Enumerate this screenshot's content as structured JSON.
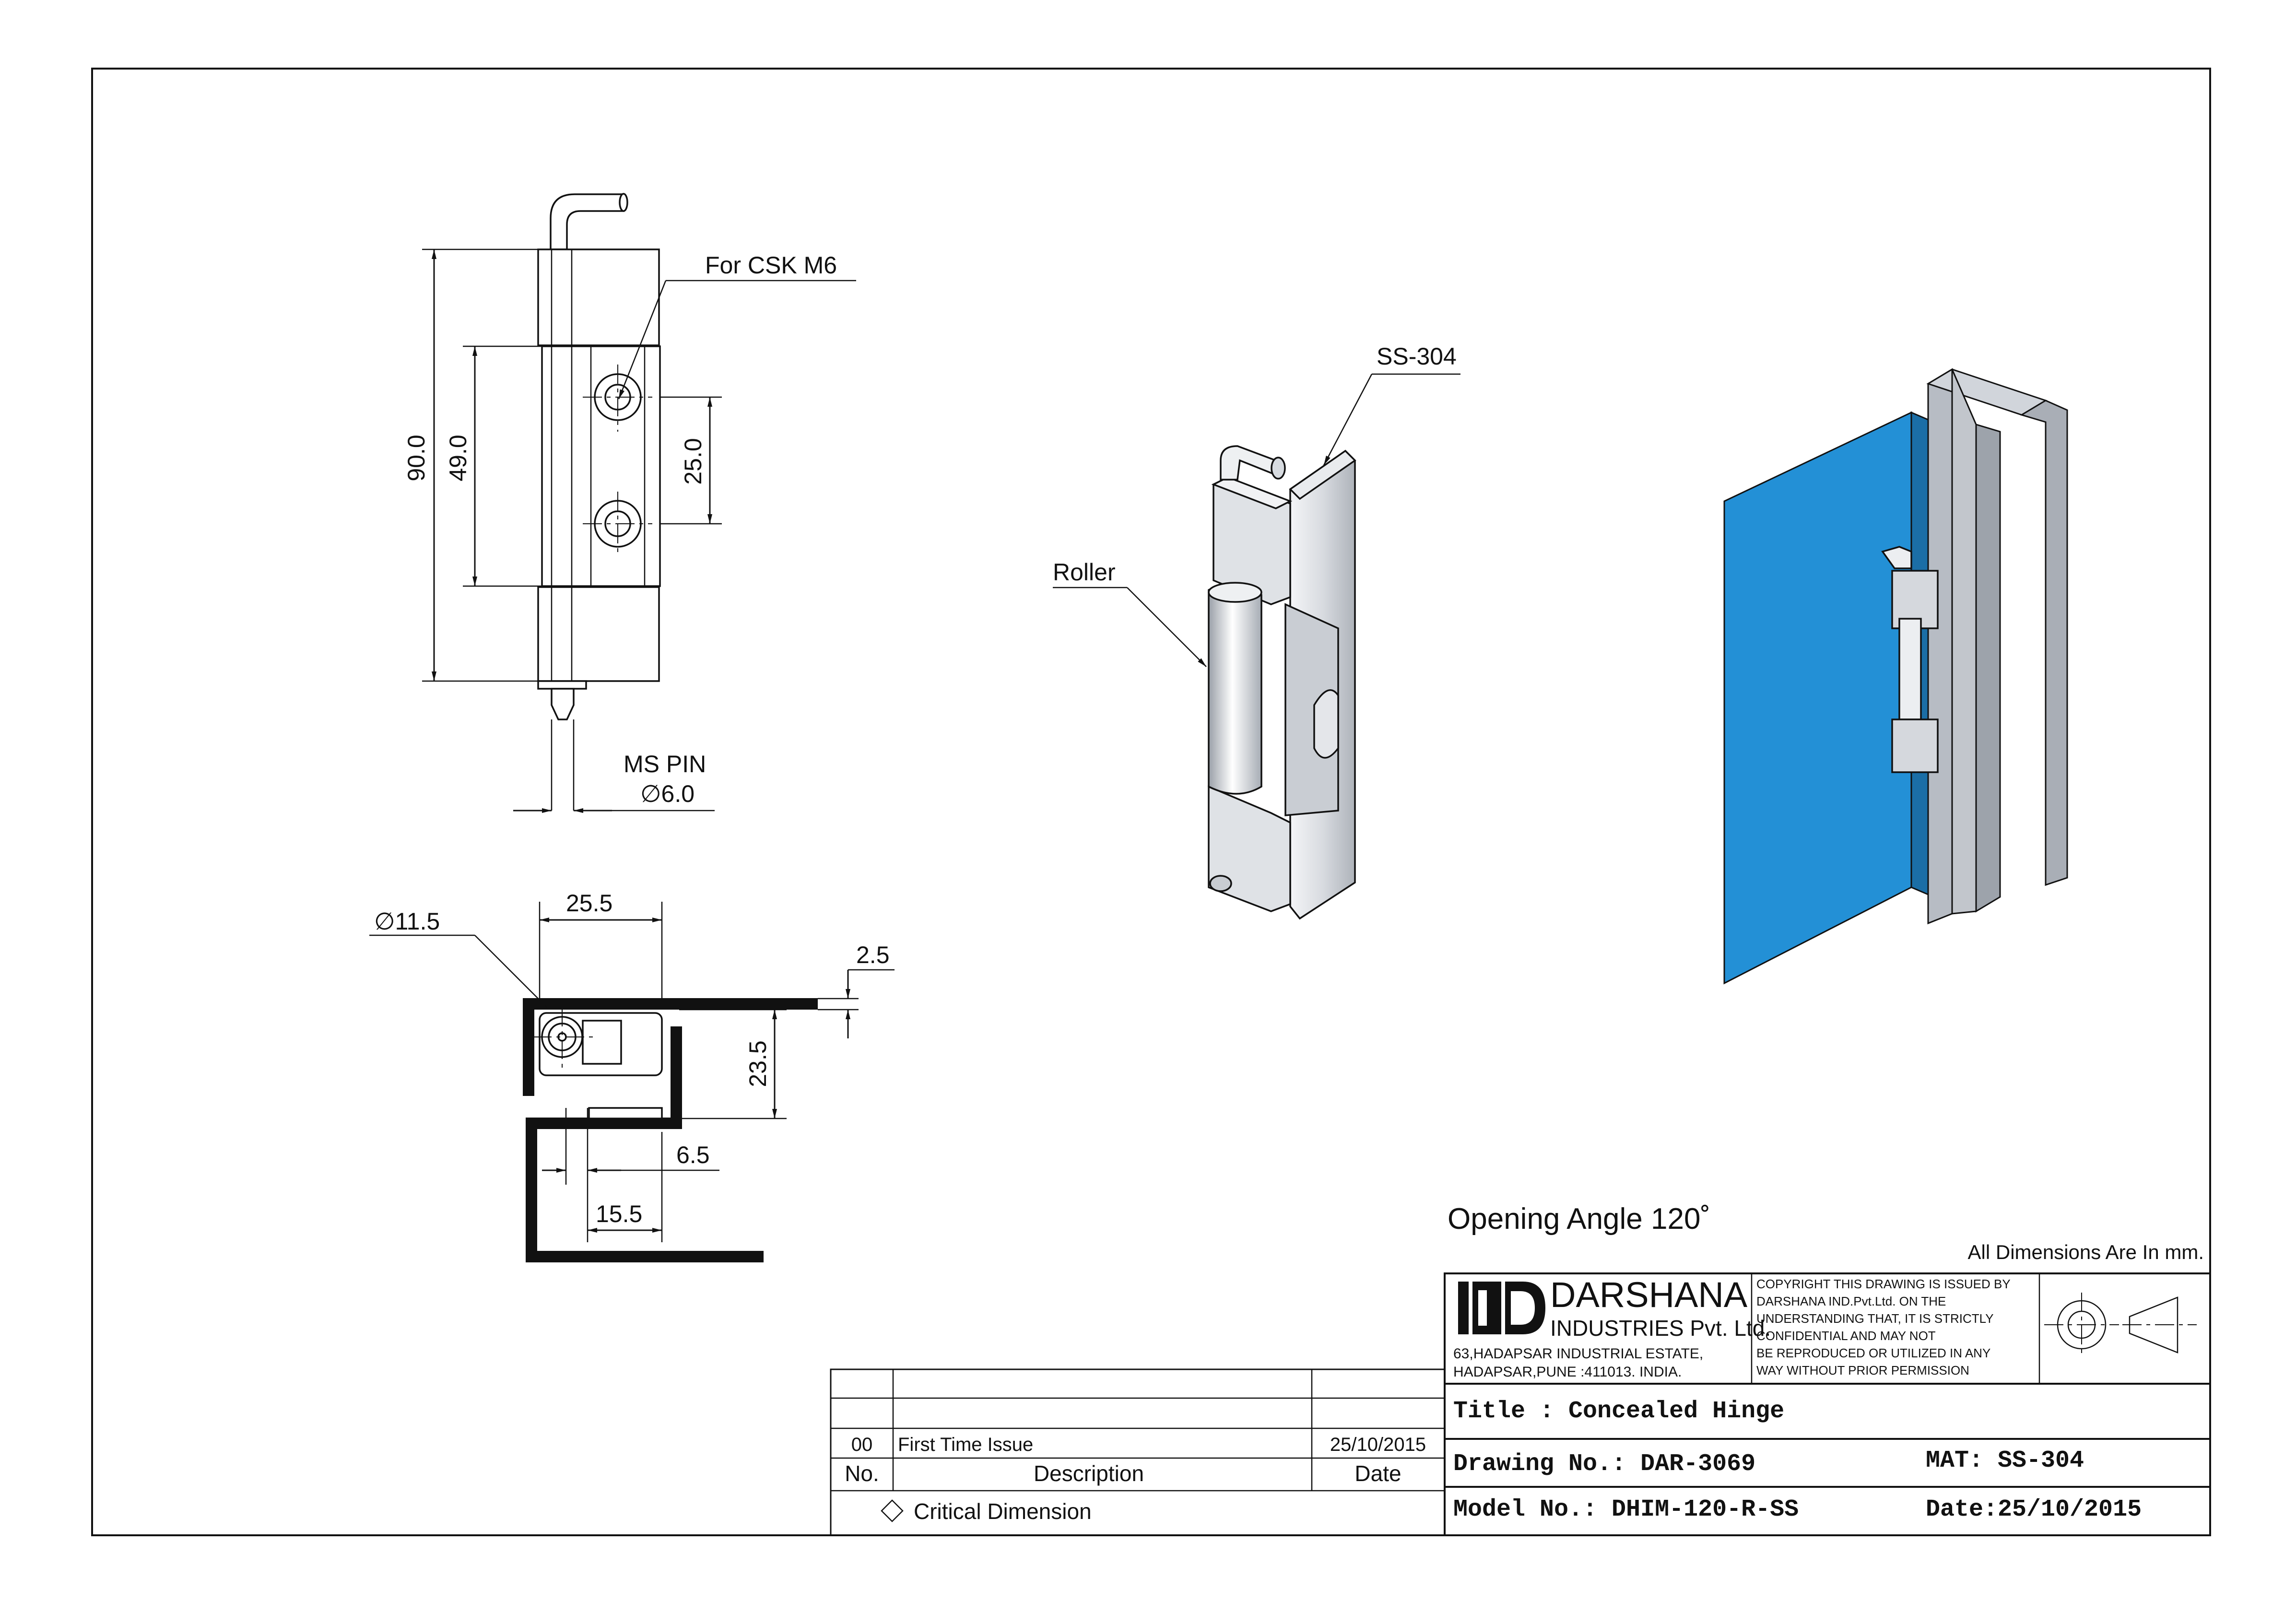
{
  "front_view": {
    "callout_csk": "For CSK M6",
    "dim_height": "90.0",
    "dim_leaf": "49.0",
    "dim_pitch": "25.0",
    "pin_label": "MS PIN",
    "pin_dia": "∅6.0"
  },
  "section_view": {
    "dim_dia": "∅11.5",
    "dim_width": "25.5",
    "dim_thk": "2.5",
    "dim_depth": "23.5",
    "dim_gap": "6.5",
    "dim_offset": "15.5"
  },
  "iso_view": {
    "material_callout": "SS-304",
    "roller_callout": "Roller"
  },
  "assembly_view": {
    "glass_color": "#2390d6",
    "frame_color": "#b7bcc4"
  },
  "notes": {
    "opening_angle": "Opening Angle 120˚",
    "units": "All Dimensions Are In mm."
  },
  "company": {
    "name": "DARSHANA",
    "subname": "INDUSTRIES Pvt. Ltd.",
    "address1": "63,HADAPSAR INDUSTRIAL ESTATE,",
    "address2": "HADAPSAR,PUNE :411013. INDIA.",
    "copyright": [
      "COPYRIGHT THIS DRAWING IS ISSUED BY",
      "DARSHANA IND.Pvt.Ltd. ON THE",
      "UNDERSTANDING THAT, IT IS STRICTLY",
      "CONFIDENTIAL AND MAY NOT",
      "BE REPRODUCED OR UTILIZED IN ANY",
      "WAY WITHOUT PRIOR PERMISSION"
    ]
  },
  "title_block": {
    "title": "Title : Concealed Hinge",
    "drawing_no": "Drawing No.: DAR-3069",
    "material": "MAT: SS-304",
    "model_no": "Model No.: DHIM-120-R-SS",
    "date": "Date:25/10/2015"
  },
  "revisions": {
    "headers": {
      "no": "No.",
      "description": "Description",
      "date": "Date"
    },
    "rows": [
      {
        "no": "00",
        "description": "First Time Issue",
        "date": "25/10/2015"
      }
    ],
    "critical_note": "Critical Dimension"
  }
}
